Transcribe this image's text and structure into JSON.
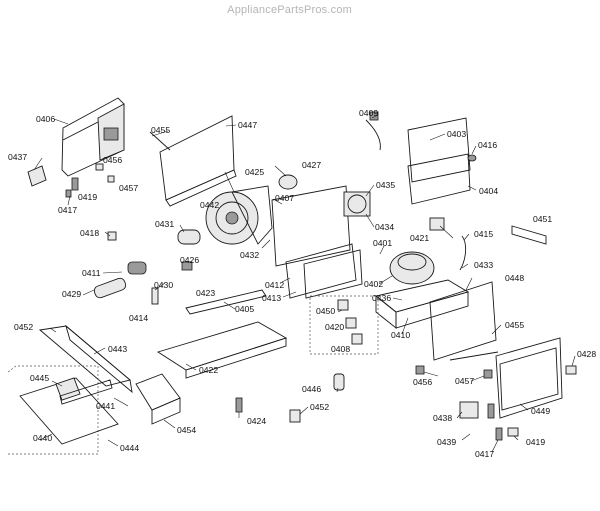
{
  "watermark": "AppliancePartsPros.com",
  "part_labels": {
    "p0406": "0406",
    "p0455a": "0455",
    "p0447": "0447",
    "p0409": "0409",
    "p0403": "0403",
    "p0437a": "0437",
    "p0456a": "0456",
    "p0457a": "0457",
    "p0419a": "0419",
    "p0417a": "0417",
    "p0425": "0425",
    "p0427": "0427",
    "p0416": "0416",
    "p0442": "0442",
    "p0407": "0407",
    "p0435": "0435",
    "p0404": "0404",
    "p0434": "0434",
    "p0451": "0451",
    "p0431": "0431",
    "p0418": "0418",
    "p0421": "0421",
    "p0415": "0415",
    "p0432": "0432",
    "p0401": "0401",
    "p0426": "0426",
    "p0433": "0433",
    "p0411": "0411",
    "p0412": "0412",
    "p0402": "0402",
    "p0448": "0448",
    "p0430": "0430",
    "p0423": "0423",
    "p0429": "0429",
    "p0413": "0413",
    "p0436": "0436",
    "p0405": "0405",
    "p0450": "0450",
    "p0414": "0414",
    "p0410": "0410",
    "p0452a": "0452",
    "p0455b": "0455",
    "p0420": "0420",
    "p0443": "0443",
    "p0408": "0408",
    "p0428": "0428",
    "p0445": "0445",
    "p0422": "0422",
    "p0456b": "0456",
    "p0457b": "0457",
    "p0446": "0446",
    "p0441": "0441",
    "p0438": "0438",
    "p0449": "0449",
    "p0452b": "0452",
    "p0454": "0454",
    "p0424": "0424",
    "p0440": "0440",
    "p0444": "0444",
    "p0439": "0439",
    "p0419b": "0419",
    "p0417b": "0417"
  }
}
